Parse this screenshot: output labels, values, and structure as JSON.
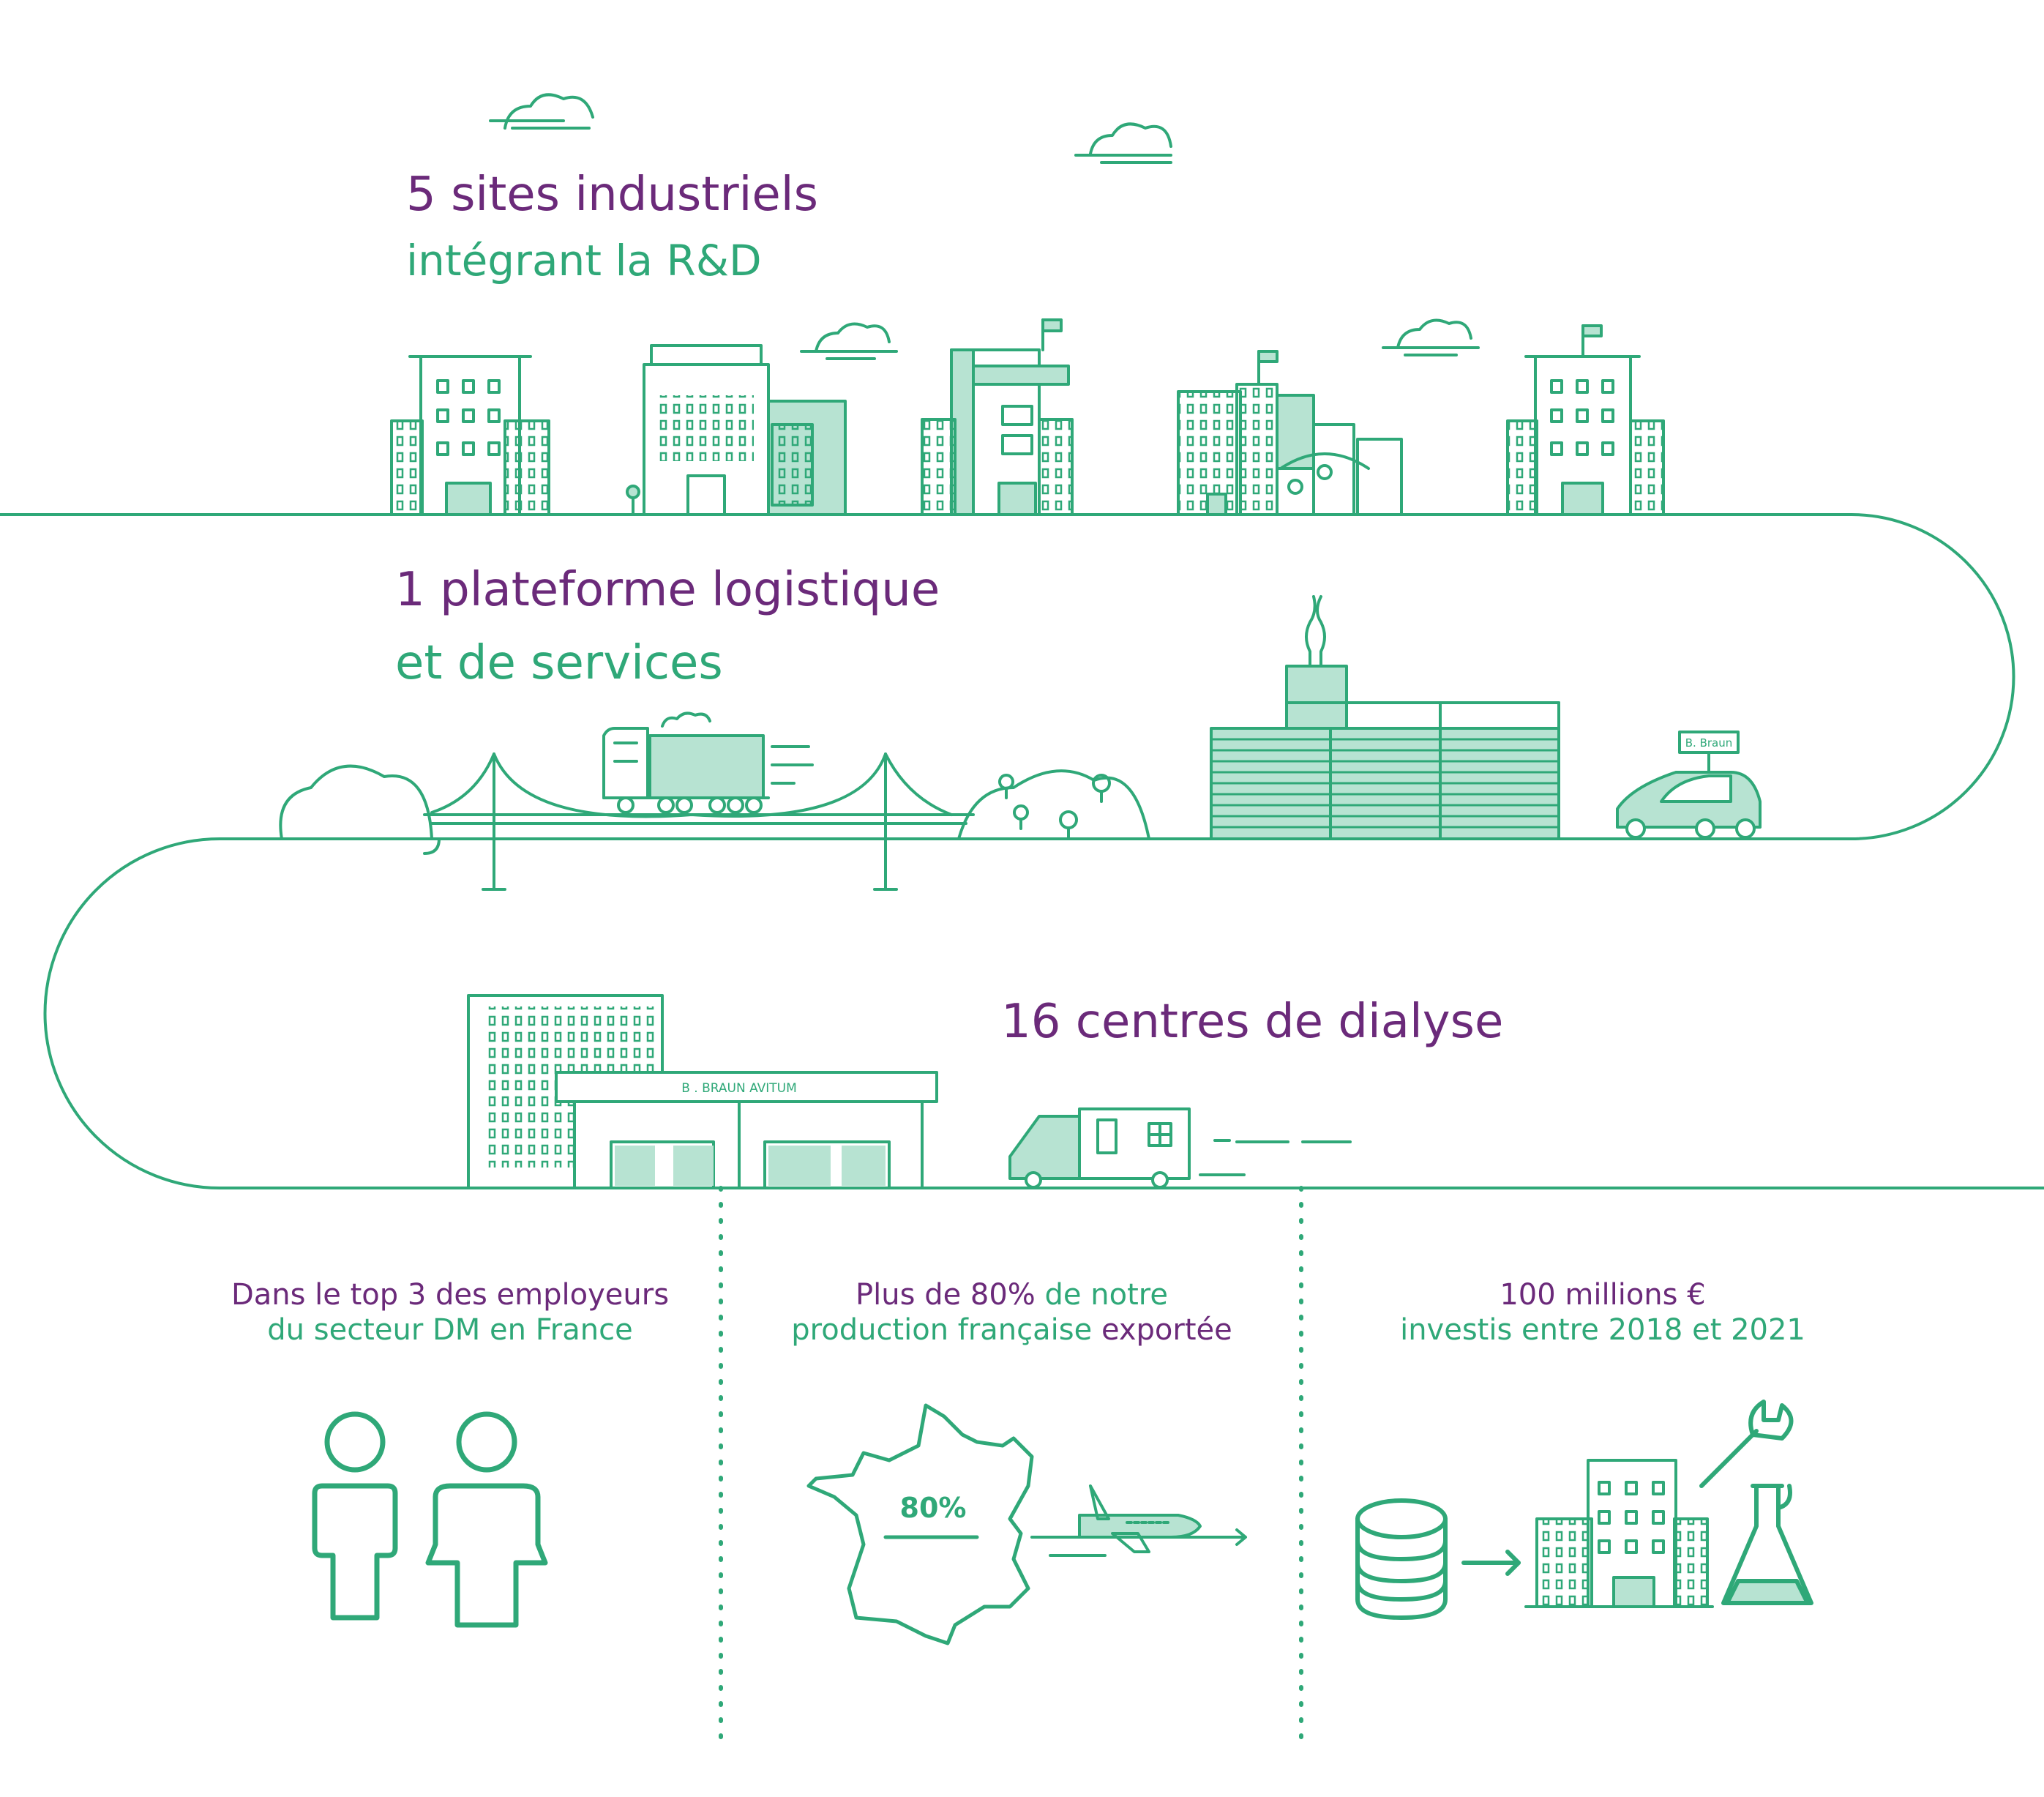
{
  "colors": {
    "green": "#2fa878",
    "light_green": "#b7e3d2",
    "purple": "#6b2a7a",
    "background": "#ffffff"
  },
  "sections": {
    "industrial": {
      "title": "5 sites industriels",
      "subtitle": "intégrant la R&D"
    },
    "logistics": {
      "title": "1 plateforme logistique",
      "subtitle": "et de services",
      "shop_sign": "B. Braun"
    },
    "dialysis": {
      "title": "16 centres de dialyse",
      "center_sign": "B . BRAUN AVITUM"
    }
  },
  "stats": [
    {
      "line1": "Dans le top 3 des employeurs",
      "line2": "du secteur DM en France"
    },
    {
      "line1_a": "Plus de 80%",
      "line1_b": " de notre",
      "line2_a": "production française ",
      "line2_b": "exportée",
      "map_label": "80%"
    },
    {
      "line1": "100 millions €",
      "line2": "investis entre 2018 et 2021"
    }
  ],
  "icons": [
    "cloud-icon",
    "factory-building-icon",
    "tree-icon",
    "truck-icon",
    "bridge-icon",
    "warehouse-icon",
    "car-icon",
    "ambulance-icon",
    "people-icon",
    "france-map-icon",
    "airplane-icon",
    "coins-icon",
    "arrow-right-icon",
    "wrench-icon",
    "flask-icon"
  ]
}
